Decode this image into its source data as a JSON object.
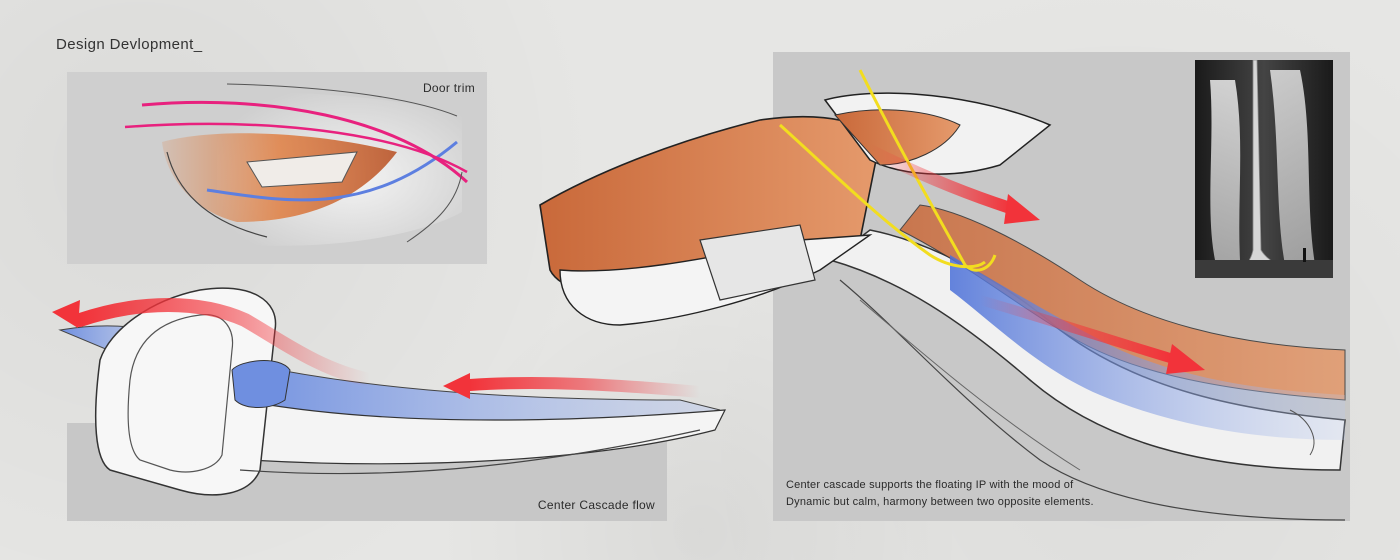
{
  "page": {
    "title": "Design Devlopment_"
  },
  "door_trim": {
    "label": "Door trim"
  },
  "cascade": {
    "label": "Center Cascade flow"
  },
  "floating_ip": {
    "caption_line1": "Center cascade supports the floating IP with the mood of",
    "caption_line2": "Dynamic but calm, harmony between two opposite elements."
  },
  "colors": {
    "accent_orange": "#d9814f",
    "accent_blue": "#6f8fe0",
    "accent_red": "#f2333a",
    "accent_magenta": "#e8217e",
    "accent_yellow": "#f2dd1f"
  }
}
